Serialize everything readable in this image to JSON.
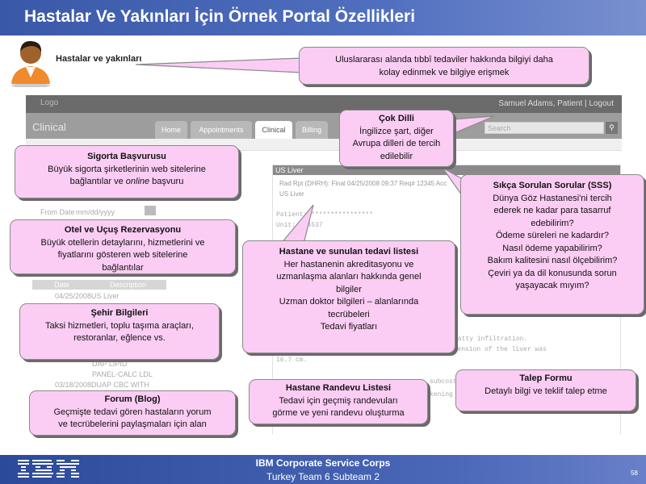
{
  "slide": {
    "title": "Hastalar Ve Yakınları İçin Örnek Portal Özellikleri",
    "role_label": "Hastalar ve yakınları",
    "page_number": "58"
  },
  "footer": {
    "org": "IBM Corporate Service Corps",
    "team": "Turkey Team 6 Subteam 2"
  },
  "portal": {
    "logo": "Logo",
    "user": "Samuel Adams, Patient   |   Logout",
    "section": "Clinical",
    "tabs": [
      "Home",
      "Appointments",
      "Clinical",
      "Billing"
    ],
    "active_tab": "Clinical",
    "search_placeholder": "Search",
    "from_date": "From Date",
    "date_format": "mm/dd/yyyy",
    "table_headers": [
      "Date",
      "Description"
    ],
    "table_rows": [
      "04/25/2008US Liver",
      "DAP LIPID",
      "PANEL-CALC LDL",
      "03/18/2008DUAP CBC WITH"
    ],
    "doc_title": "US Liver",
    "doc_lines": [
      "Rad Rpt (DHRH): Final 04/25/2008 09:37 Req# 12345 Acc",
      "US Liver"
    ],
    "doc_mono": [
      "Patient: ****************",
      "Unit: 314537",
      "fatty infiltration.",
      "dimension of the liver was",
      "16.7 cm.",
      "subcostal",
      "kening"
    ]
  },
  "callouts": {
    "intl": {
      "lines": [
        "Uluslararası alanda tıbbî tedaviler hakkında bilgiyi daha",
        "kolay edinmek ve bilgiye erişmek"
      ]
    },
    "multi": {
      "title": "Çok Dilli",
      "lines": [
        "İngilizce şart, diğer",
        "Avrupa dilleri de tercih",
        "edilebilir"
      ]
    },
    "insurance": {
      "title": "Sigorta Başvurusu",
      "line1": "Büyük sigorta şirketlerinin web sitelerine",
      "line2_a": "bağlantılar ve ",
      "line2_em": "online",
      "line2_b": " başvuru"
    },
    "hotel": {
      "title": "Otel ve Uçuş Rezervasyonu",
      "lines": [
        "Büyük otellerin detaylarını, hizmetlerini ve",
        "fiyatlarını gösteren web sitelerine",
        "bağlantılar"
      ]
    },
    "city": {
      "title": "Şehir Bilgileri",
      "lines": [
        "Taksi hizmetleri, toplu taşıma araçları,",
        "restoranlar, eğlence vs."
      ]
    },
    "forum": {
      "title": "Forum (Blog)",
      "lines": [
        "Geçmişte tedavi gören hastaların yorum",
        "ve tecrübelerini paylaşmaları için alan"
      ]
    },
    "hospitals": {
      "title": "Hastane ve sunulan tedavi listesi",
      "lines": [
        "Her hastanenin akreditasyonu ve",
        "uzmanlaşma alanları hakkında genel",
        "bilgiler",
        "Uzman doktor bilgileri – alanlarında",
        "tecrübeleri",
        "Tedavi fiyatları"
      ]
    },
    "appointment": {
      "title": "Hastane Randevu Listesi",
      "lines": [
        "Tedavi için geçmiş randevuları",
        "görme ve yeni randevu oluşturma"
      ]
    },
    "faq": {
      "title": "Sıkça Sorulan Sorular (SSS)",
      "lines": [
        "Dünya Göz Hastanesi'ni tercih",
        "ederek ne kadar para tasarruf",
        "edebilirim?",
        "Ödeme süreleri ne kadardır?",
        "Nasıl ödeme yapabilirim?",
        "Bakım kalitesini nasıl ölçebilirim?",
        "Çeviri ya da dil konusunda sorun",
        "yaşayacak mıyım?"
      ]
    },
    "request": {
      "title": "Talep Formu",
      "lines": [
        "Detaylı bilgi ve teklif talep etme"
      ]
    }
  },
  "colors": {
    "callout_fill": "#fccdf4",
    "header_blue": "#4461b0",
    "footer_blue": "#2c4a9a"
  }
}
